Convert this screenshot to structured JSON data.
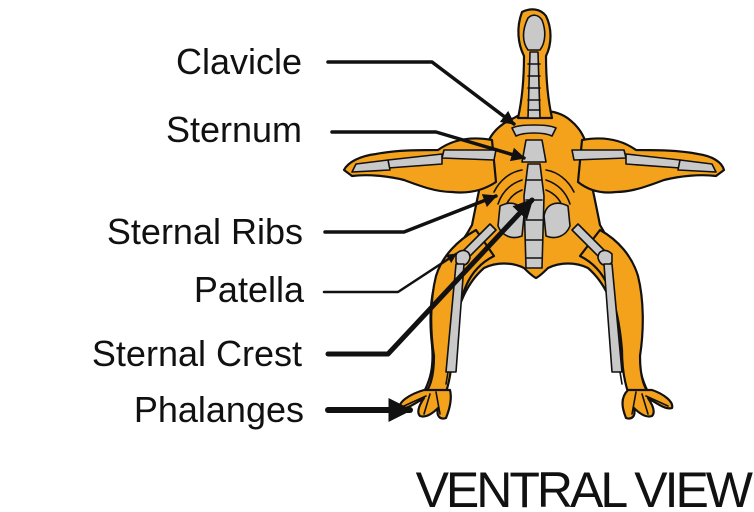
{
  "labels": {
    "clavicle": "Clavicle",
    "sternum": "Sternum",
    "sternal_ribs": "Sternal Ribs",
    "patella": "Patella",
    "sternal_crest": "Sternal Crest",
    "phalanges": "Phalanges"
  },
  "caption": "VENTRAL VIEW",
  "colors": {
    "body": "#f4a21c",
    "bone": "#c9c9c9",
    "outline": "#111111",
    "background": "#ffffff"
  }
}
